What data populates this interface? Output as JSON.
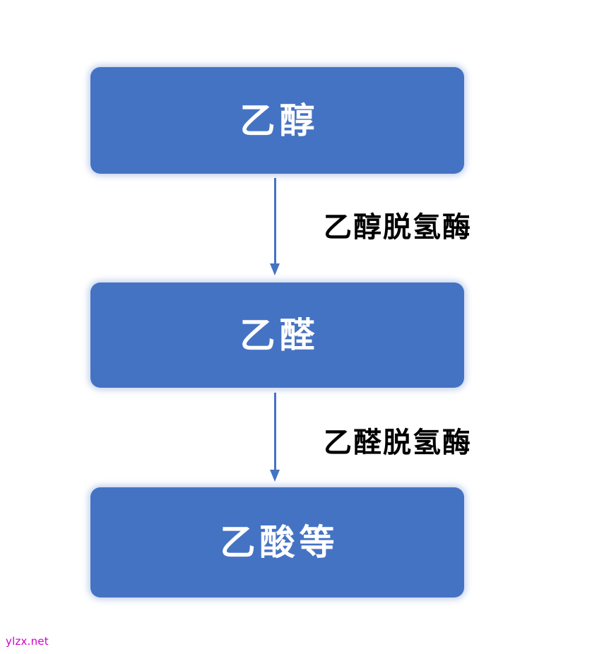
{
  "diagram": {
    "type": "flowchart",
    "orientation": "vertical",
    "title": "",
    "colors": {
      "box_fill": "#4573C4",
      "box_text": "#FFFFFF",
      "arrow": "#4573C4",
      "label_text": "#000000",
      "background": "#FFFFFF",
      "watermark": "#CC00CC"
    },
    "nodes": [
      {
        "id": "ethanol",
        "label": "乙醇"
      },
      {
        "id": "acetaldehyde",
        "label": "乙醛"
      },
      {
        "id": "acetic_acid",
        "label": "乙酸等"
      }
    ],
    "edges": [
      {
        "id": "edge1",
        "from": "ethanol",
        "to": "acetaldehyde",
        "label": "乙醇脱氢酶"
      },
      {
        "id": "edge2",
        "from": "acetaldehyde",
        "to": "acetic_acid",
        "label": "乙醛脱氢酶"
      }
    ]
  },
  "watermark": {
    "text": "ylzx.net"
  }
}
